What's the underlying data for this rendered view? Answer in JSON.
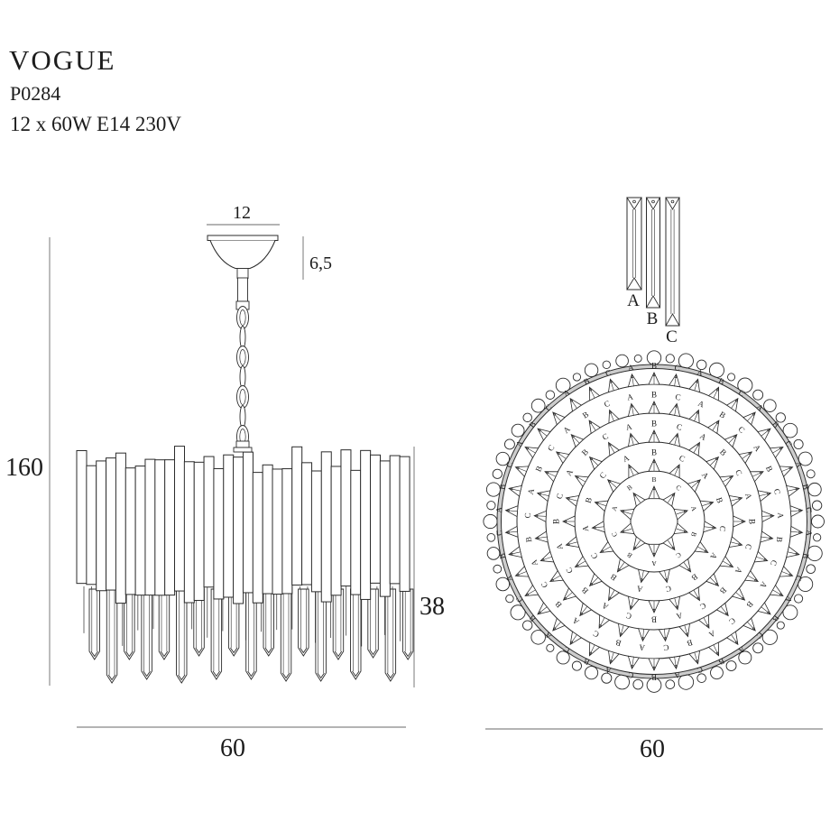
{
  "header": {
    "title": "VOGUE",
    "code": "P0284",
    "spec": "12 x 60W E14 230V"
  },
  "side_view": {
    "dimensions": {
      "canopy_width": "12",
      "canopy_height": "6,5",
      "total_height": "160",
      "body_height": "38",
      "body_width": "60"
    }
  },
  "top_view": {
    "dimension_width": "60",
    "ring_letters": [
      "A",
      "B",
      "C"
    ]
  },
  "crystal_samples": [
    {
      "label": "A"
    },
    {
      "label": "B"
    },
    {
      "label": "C"
    }
  ],
  "colors": {
    "line": "#2b2b2b",
    "dimension_line": "#6a6a6a",
    "background": "#ffffff"
  }
}
